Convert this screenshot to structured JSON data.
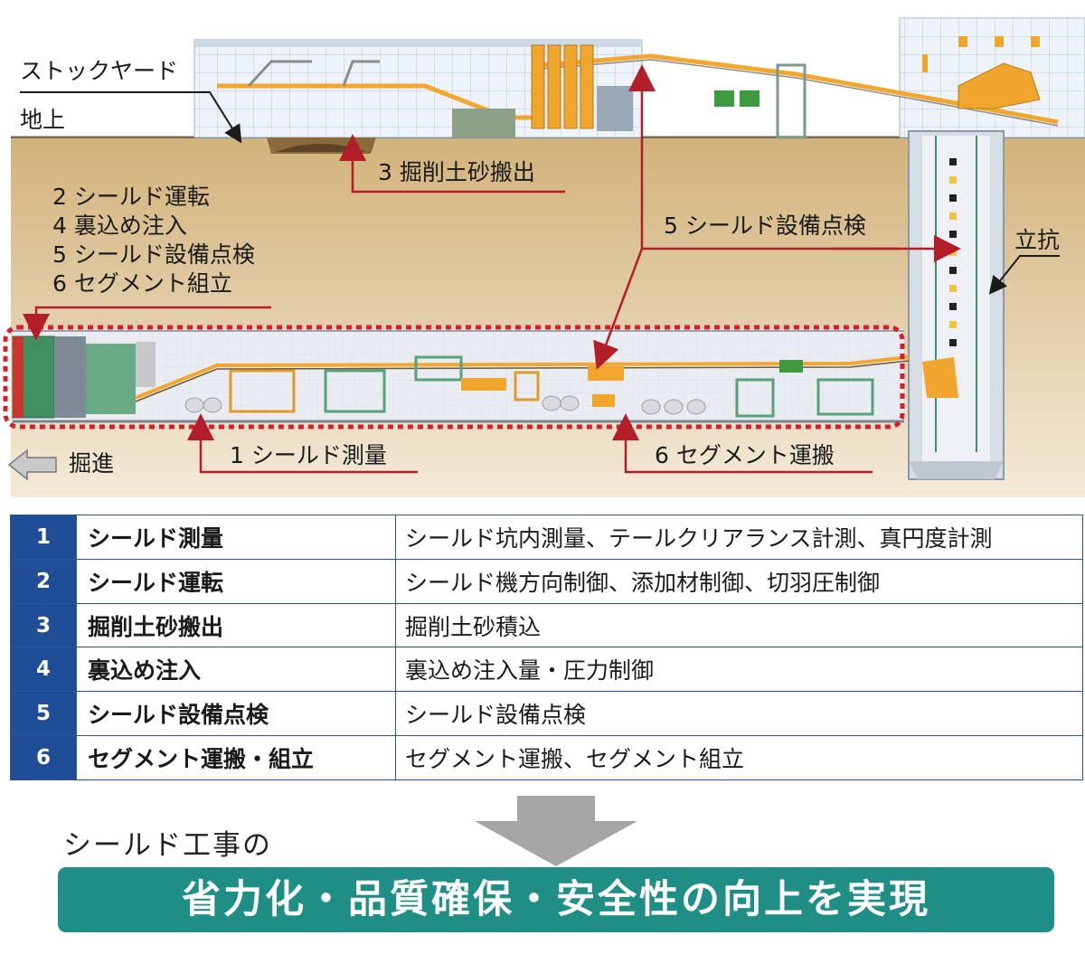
{
  "diagram": {
    "labels": {
      "stockyard": "ストックヤード",
      "ground": "地上",
      "excavated_soil": "3 掘削土砂搬出",
      "left_group": [
        "2 シールド運転",
        "4 裏込め注入",
        "5 シールド設備点検",
        "6 セグメント組立"
      ],
      "equipment_check": "5 シールド設備点検",
      "shaft": "立抗",
      "survey": "1 シールド測量",
      "segment_transport": "6 セグメント運搬",
      "advance": "掘進"
    }
  },
  "table": {
    "rows": [
      {
        "num": "1",
        "name": "シールド測量",
        "desc": "シールド坑内測量、テールクリアランス計測、真円度計測"
      },
      {
        "num": "2",
        "name": "シールド運転",
        "desc": "シールド機方向制御、添加材制御、切羽圧制御"
      },
      {
        "num": "3",
        "name": "掘削土砂搬出",
        "desc": "掘削土砂積込"
      },
      {
        "num": "4",
        "name": "裏込め注入",
        "desc": "裏込め注入量・圧力制御"
      },
      {
        "num": "5",
        "name": "シールド設備点検",
        "desc": "シールド設備点検"
      },
      {
        "num": "6",
        "name": "セグメント運搬・組立",
        "desc": "セグメント運搬、セグメント組立"
      }
    ]
  },
  "footer": {
    "prefix": "シールド工事の",
    "result": "省力化・品質確保・安全性の向上を実現"
  },
  "colors": {
    "table_header": "#1f4e96",
    "result_bar": "#1f8f86",
    "arrow_red": "#b41e28",
    "soil": "#dcc49a",
    "orange": "#f2a830"
  }
}
